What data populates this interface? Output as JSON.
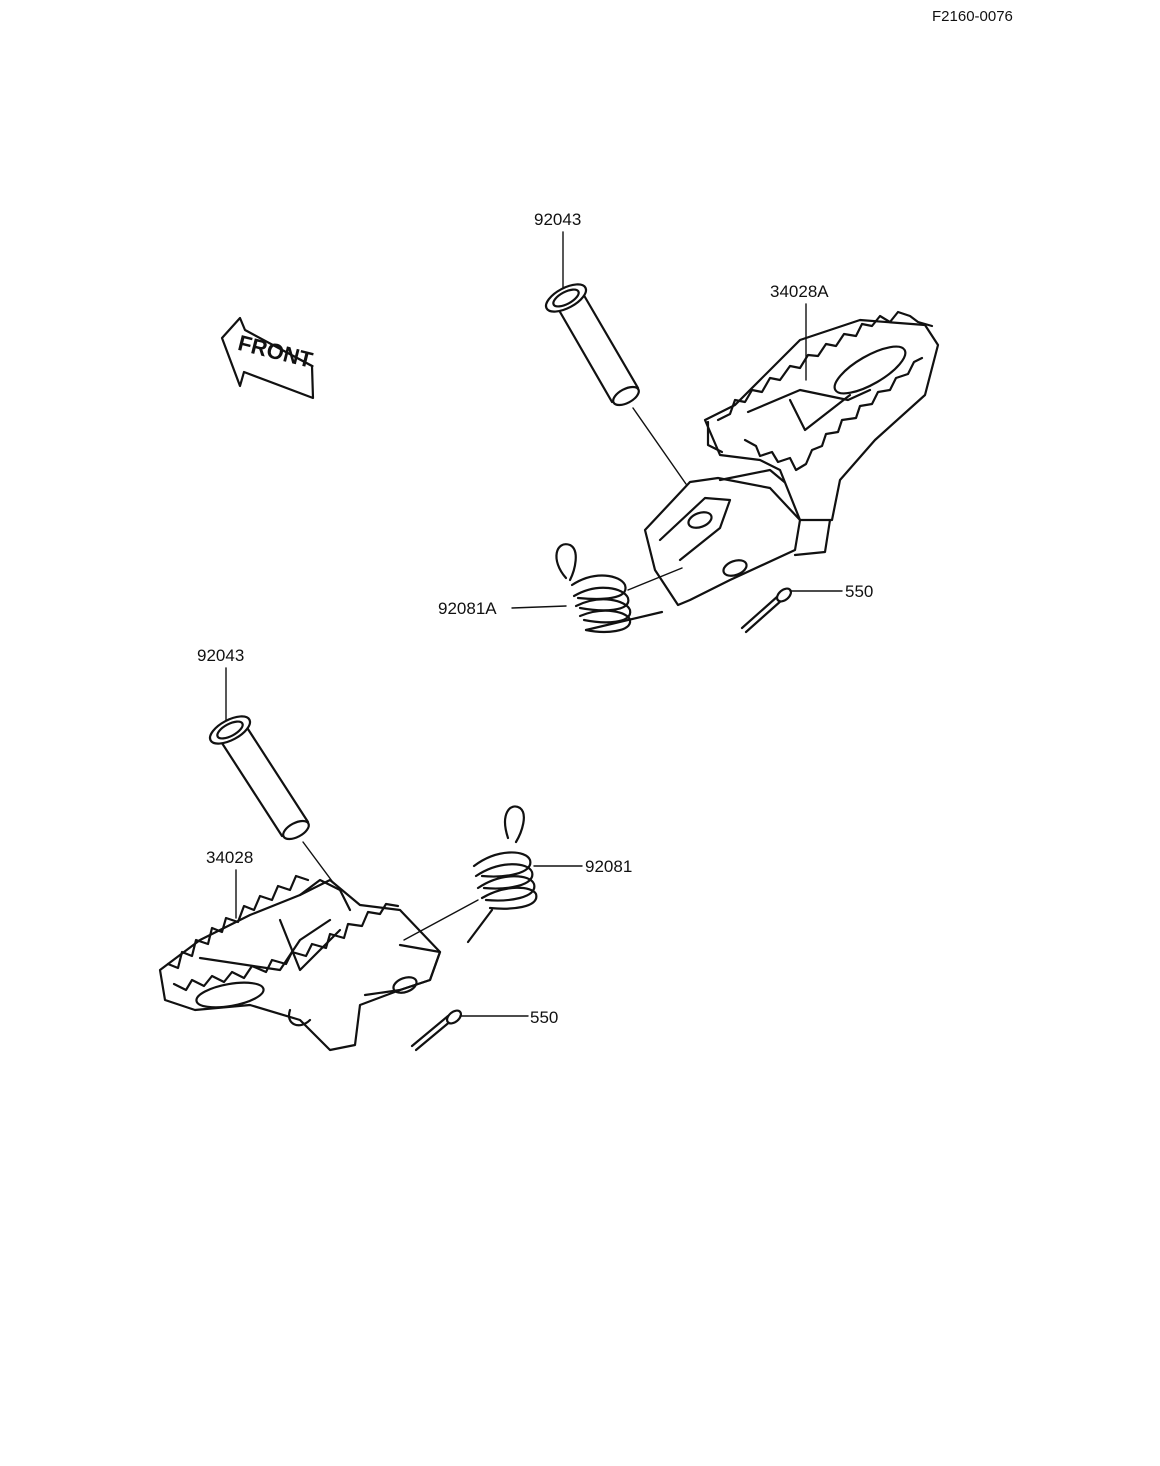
{
  "drawing_code": "F2160-0076",
  "front_arrow": {
    "text": "FRONT",
    "icon": "front-direction-arrow"
  },
  "upper_assembly": {
    "pin_label": "92043",
    "footpeg_label": "34028A",
    "spring_label": "92081A",
    "cotter_pin_label": "550"
  },
  "lower_assembly": {
    "pin_label": "92043",
    "footpeg_label": "34028",
    "spring_label": "92081",
    "cotter_pin_label": "550"
  }
}
